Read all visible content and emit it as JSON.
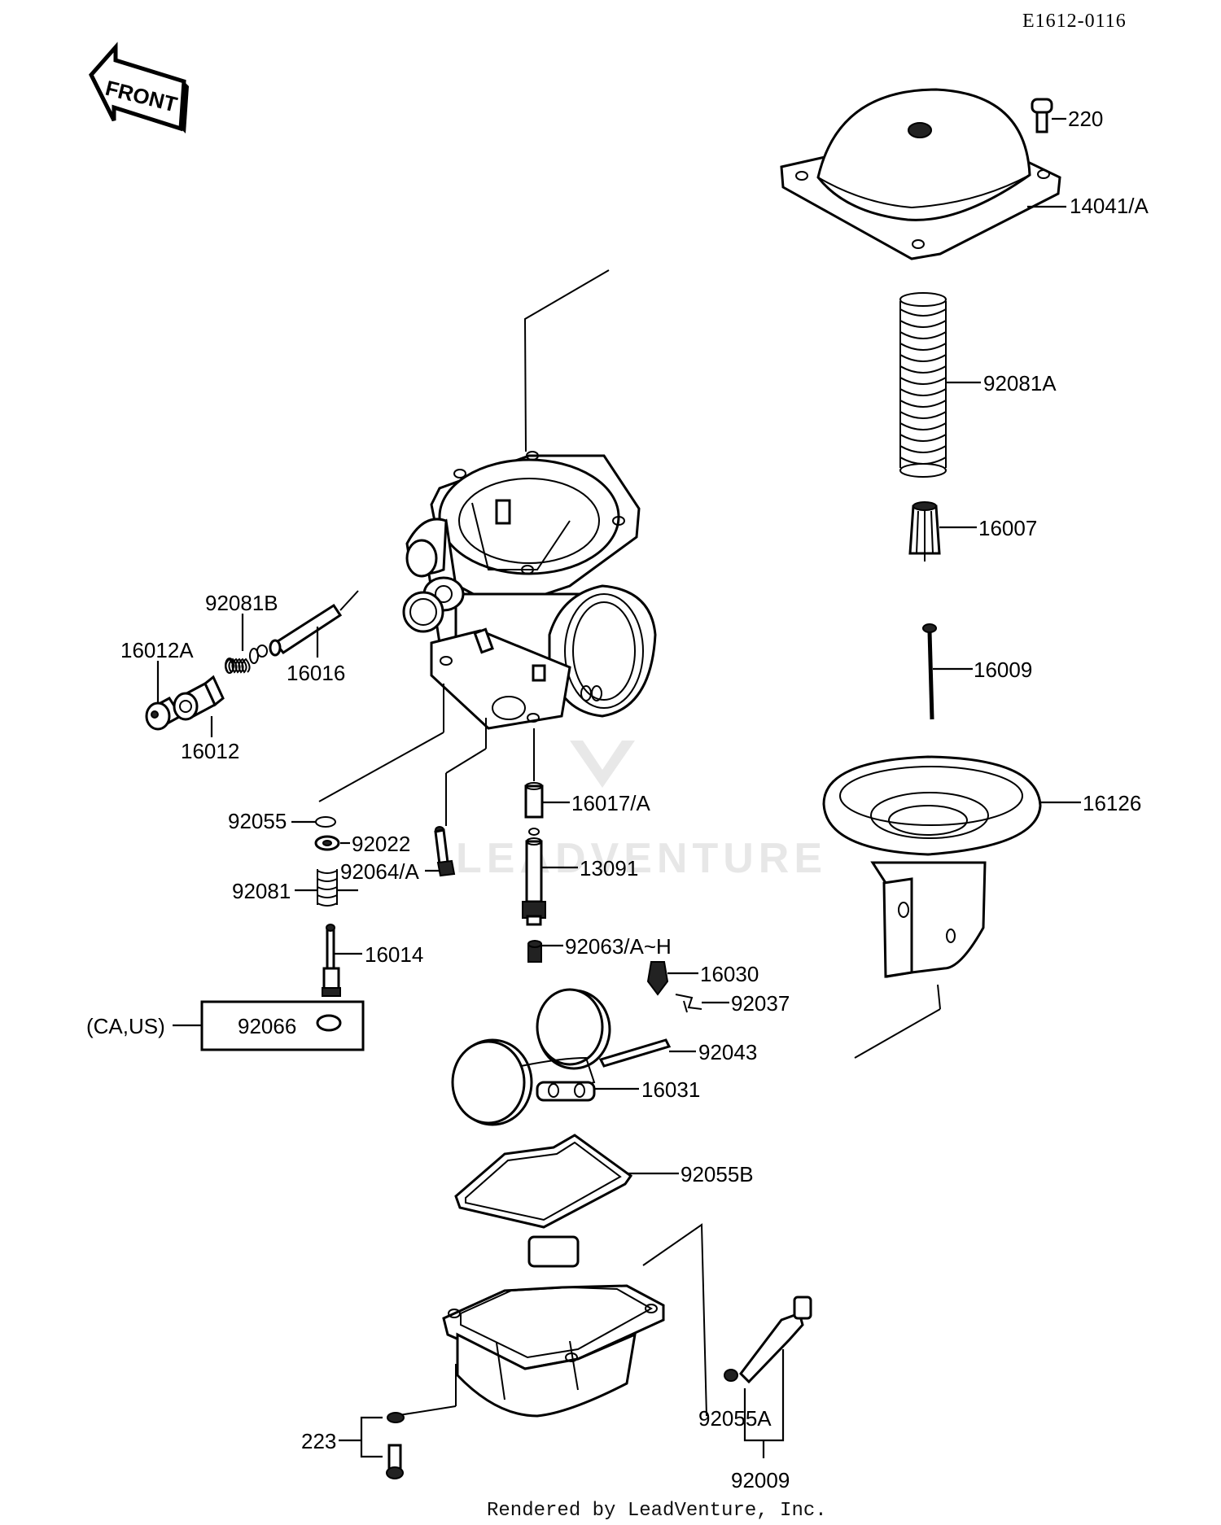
{
  "diagram_code": "E1612-0116",
  "front_label": "FRONT",
  "watermark": "LEADVENTURE",
  "footer": "Rendered by LeadVenture, Inc.",
  "labels": {
    "p220": "220",
    "p14041A": "14041/A",
    "p92081A": "92081A",
    "p16007": "16007",
    "p16009": "16009",
    "p16126": "16126",
    "p92081B": "92081B",
    "p16012A": "16012A",
    "p16016": "16016",
    "p16012": "16012",
    "p92055": "92055",
    "p92022": "92022",
    "p92064A": "92064/A",
    "p92081": "92081",
    "p16014": "16014",
    "caus": "(CA,US)",
    "p92066": "92066",
    "p16017A": "16017/A",
    "p13091": "13091",
    "p92063AH": "92063/A~H",
    "p16030": "16030",
    "p92037": "92037",
    "p92043": "92043",
    "p16031": "16031",
    "p92055B": "92055B",
    "p223": "223",
    "p92055A": "92055A",
    "p92009": "92009"
  }
}
